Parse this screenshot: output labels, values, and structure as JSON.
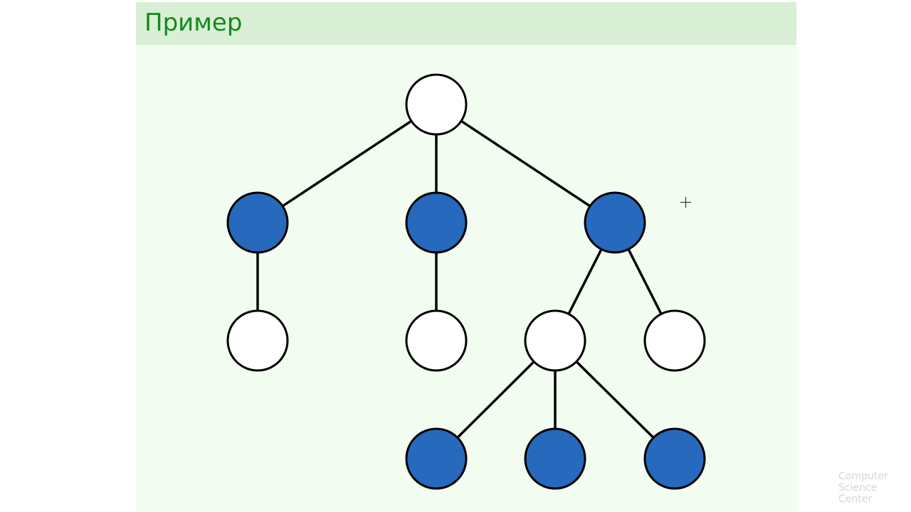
{
  "slide": {
    "title": "Пример"
  },
  "colors": {
    "title": "#138a1a",
    "header_band": "#d9efd6",
    "slide_background": "#f2fcf1",
    "filled_node": "#2769bc",
    "empty_node": "#ffffff",
    "edge": "#000000"
  },
  "tree": {
    "nodes": [
      {
        "id": "root",
        "filled": false
      },
      {
        "id": "a",
        "filled": true
      },
      {
        "id": "b",
        "filled": true
      },
      {
        "id": "c",
        "filled": true
      },
      {
        "id": "a1",
        "filled": false
      },
      {
        "id": "b1",
        "filled": false
      },
      {
        "id": "c1",
        "filled": false
      },
      {
        "id": "c2",
        "filled": false
      },
      {
        "id": "c1a",
        "filled": true
      },
      {
        "id": "c1b",
        "filled": true
      },
      {
        "id": "c1c",
        "filled": true
      }
    ],
    "edges": [
      [
        "root",
        "a"
      ],
      [
        "root",
        "b"
      ],
      [
        "root",
        "c"
      ],
      [
        "a",
        "a1"
      ],
      [
        "b",
        "b1"
      ],
      [
        "c",
        "c1"
      ],
      [
        "c",
        "c2"
      ],
      [
        "c1",
        "c1a"
      ],
      [
        "c1",
        "c1b"
      ],
      [
        "c1",
        "c1c"
      ]
    ]
  },
  "watermark": {
    "line1": "Computer",
    "line2": "Science",
    "line3": "Center"
  },
  "icons": {
    "cursor": "crosshair-cursor-icon"
  }
}
